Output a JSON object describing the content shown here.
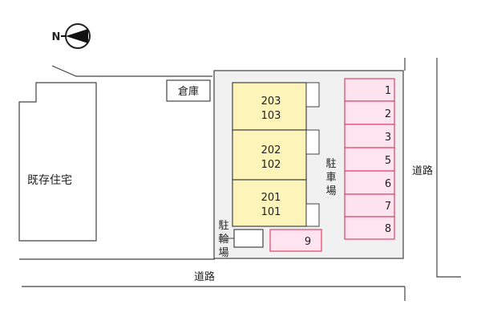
{
  "compass": {
    "label": "N"
  },
  "labels": {
    "storage": "倉庫",
    "existing_house": "既存住宅",
    "road_right": "道路",
    "road_bottom": "道路",
    "car_parking": [
      "駐",
      "車",
      "場"
    ],
    "bicycle_parking": [
      "駐",
      "輪",
      "場"
    ]
  },
  "units": [
    {
      "upper": "203",
      "lower": "103"
    },
    {
      "upper": "202",
      "lower": "102"
    },
    {
      "upper": "201",
      "lower": "101"
    }
  ],
  "parking_spaces": [
    "1",
    "2",
    "3",
    "5",
    "6",
    "7",
    "8"
  ],
  "parking_extra": "9",
  "colors": {
    "building_fill": "#fcf4b8",
    "parking_fill": "#fde4ee",
    "parking_stroke": "#e0406a",
    "lot_fill": "#f1f1f1",
    "line": "#444444"
  }
}
